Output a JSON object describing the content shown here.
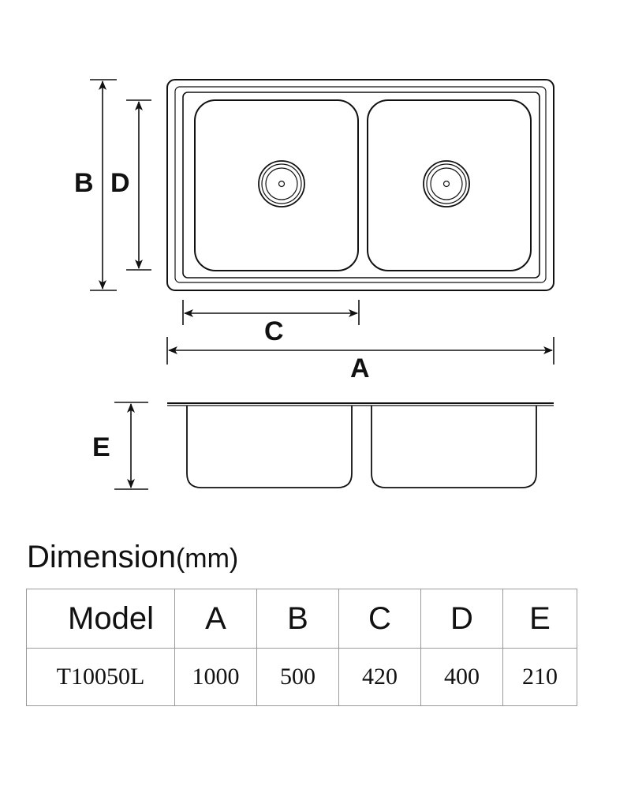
{
  "labels": {
    "a": "A",
    "b": "B",
    "c": "C",
    "d": "D",
    "e": "E"
  },
  "title": {
    "main": "Dimension",
    "unit": "(mm)"
  },
  "table": {
    "headers": [
      "Model",
      "A",
      "B",
      "C",
      "D",
      "E"
    ],
    "row": [
      "T10050L",
      "1000",
      "500",
      "420",
      "400",
      "210"
    ]
  },
  "colors": {
    "ink": "#111111",
    "table_border": "#9a9a9a"
  }
}
